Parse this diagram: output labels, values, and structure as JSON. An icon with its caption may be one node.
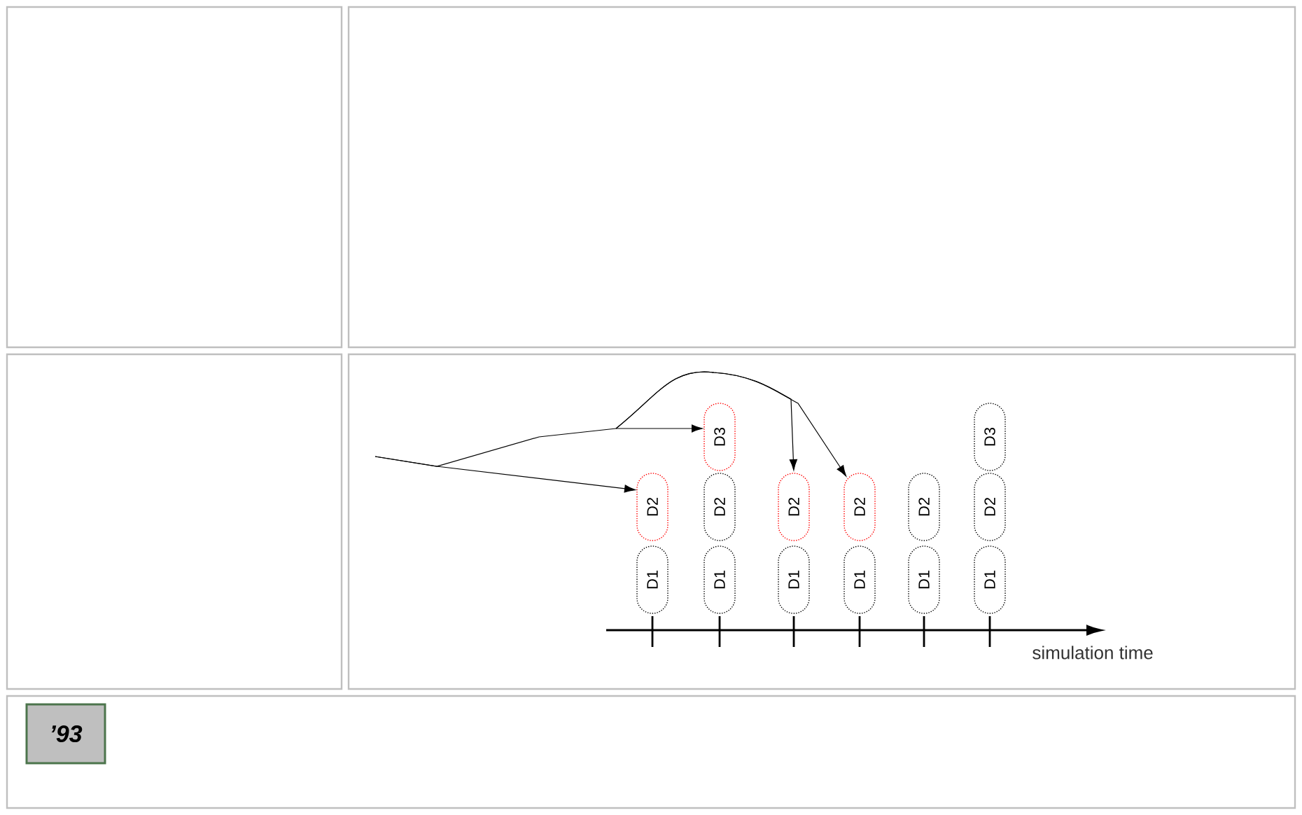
{
  "diagram": {
    "nodes": [
      {
        "text": [
          "D2"
        ]
      },
      {
        "text": [
          "D1"
        ]
      },
      {
        "text": [
          "D3"
        ]
      },
      {
        "text": [
          "D2"
        ]
      },
      {
        "text": [
          "D1"
        ]
      },
      {
        "text": [
          "D2"
        ]
      },
      {
        "text": [
          "D1"
        ]
      },
      {
        "text": [
          "D2"
        ]
      },
      {
        "text": [
          "D1"
        ]
      },
      {
        "text": [
          "D2"
        ]
      },
      {
        "text": [
          "D1"
        ]
      },
      {
        "text": [
          "D3"
        ]
      },
      {
        "text": [
          "D2"
        ]
      },
      {
        "text": [
          "D1"
        ]
      },
      {
        "text": [
          "’93"
        ]
      }
    ],
    "edges": [
      {
        "from": null,
        "to": 0,
        "arrow": "to"
      },
      {
        "from": null,
        "to": 2,
        "arrow": "to"
      },
      {
        "from": null,
        "to": 5,
        "arrow": "to"
      },
      {
        "from": null,
        "to": 7,
        "arrow": "to"
      }
    ],
    "labels": [
      "simulation time"
    ]
  }
}
